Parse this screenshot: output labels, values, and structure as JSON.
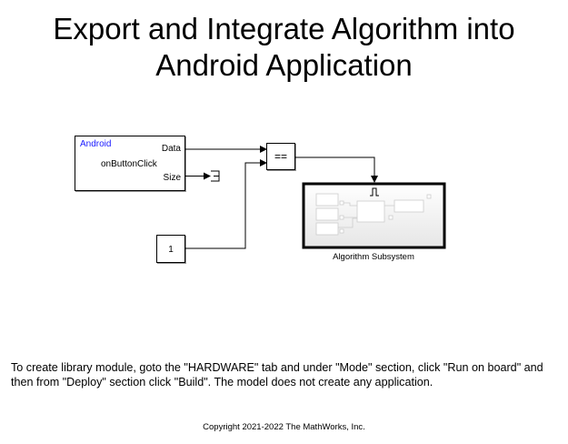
{
  "title_line1": "Export and Integrate Algorithm into",
  "title_line2": "Android Application",
  "blocks": {
    "android": {
      "header": "Android",
      "name": "onButtonClick",
      "port_data": "Data",
      "port_size": "Size"
    },
    "relational_operator": {
      "symbol": "=="
    },
    "constant": {
      "value": "1"
    },
    "subsystem": {
      "label": "Algorithm Subsystem"
    }
  },
  "colors": {
    "android_header": "#1a1aff"
  },
  "description": "To create library module, goto the \"HARDWARE\" tab and under \"Mode\" section, click \"Run on board\" and then from \"Deploy\" section click \"Build\". The model does not create any application.",
  "copyright": "Copyright 2021-2022 The MathWorks, Inc."
}
